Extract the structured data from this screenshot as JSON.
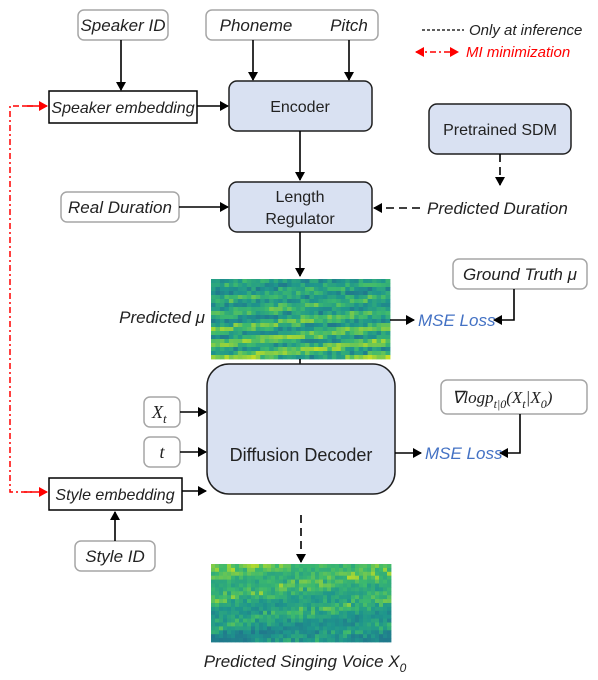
{
  "legend": {
    "inference_label": "Only at inference",
    "mi_label": "MI minimization",
    "mi_color": "#ff0000"
  },
  "inputs": {
    "speaker_id": "Speaker ID",
    "phoneme": "Phoneme",
    "pitch": "Pitch",
    "real_duration": "Real Duration",
    "predicted_duration": "Predicted Duration",
    "ground_truth": "Ground Truth μ",
    "score_main": "∇logp",
    "score_sub": "t|0",
    "score_tail": "(X",
    "score_xt_sub": "t",
    "score_bar": "|X",
    "score_x0_sub": "0",
    "score_close": ")",
    "xt_main": "X",
    "xt_sub": "t",
    "t_label": "t",
    "style_id": "Style ID"
  },
  "modules": {
    "speaker_embedding": "Speaker embedding",
    "encoder": "Encoder",
    "pretrained_sdm": "Pretrained SDM",
    "length_regulator_line1": "Length",
    "length_regulator_line2": "Regulator",
    "diffusion_decoder": "Diffusion Decoder",
    "style_embedding": "Style embedding"
  },
  "outputs": {
    "predicted_mu": "Predicted μ",
    "mse_loss_1": "MSE Loss",
    "mse_loss_2": "MSE Loss",
    "singing_voice_main": "Predicted Singing Voice X",
    "singing_voice_sub": "0"
  },
  "colors": {
    "module_fill": "#d9e1f2",
    "loss_text": "#4472C4",
    "spectrogram_low": "#30347a",
    "spectrogram_high": "#c8e020"
  }
}
